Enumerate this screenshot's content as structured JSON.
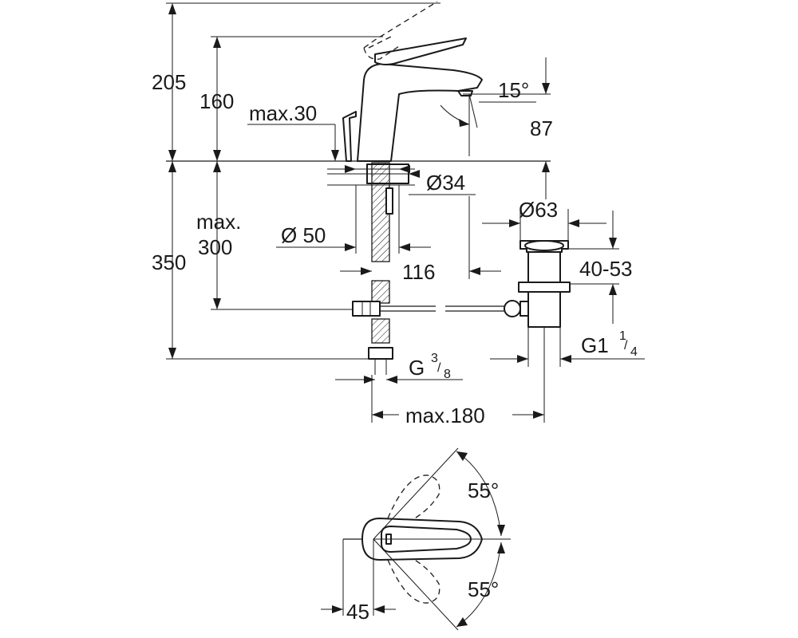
{
  "dimensions": {
    "total_height": "205",
    "spout_height": "160",
    "lever_clearance": "max.30",
    "spout_angle": "15°",
    "spout_drop": "87",
    "hole_diameter": "Ø34",
    "below_counter": "350",
    "below_counter_max": "max.",
    "below_counter_max_value": "300",
    "base_diameter": "Ø 50",
    "drain_offset": "116",
    "waste_diameter": "Ø63",
    "waste_height": "40-53",
    "waste_thread": "G1",
    "waste_thread_num": "1",
    "waste_thread_den": "4",
    "supply_thread": "G",
    "supply_thread_num": "3",
    "supply_thread_den": "8",
    "max_projection": "max.180",
    "lever_angle_left": "55°",
    "lever_angle_right": "55°",
    "lever_offset": "45"
  },
  "colors": {
    "line": "#1a1a1a",
    "background": "#ffffff"
  }
}
